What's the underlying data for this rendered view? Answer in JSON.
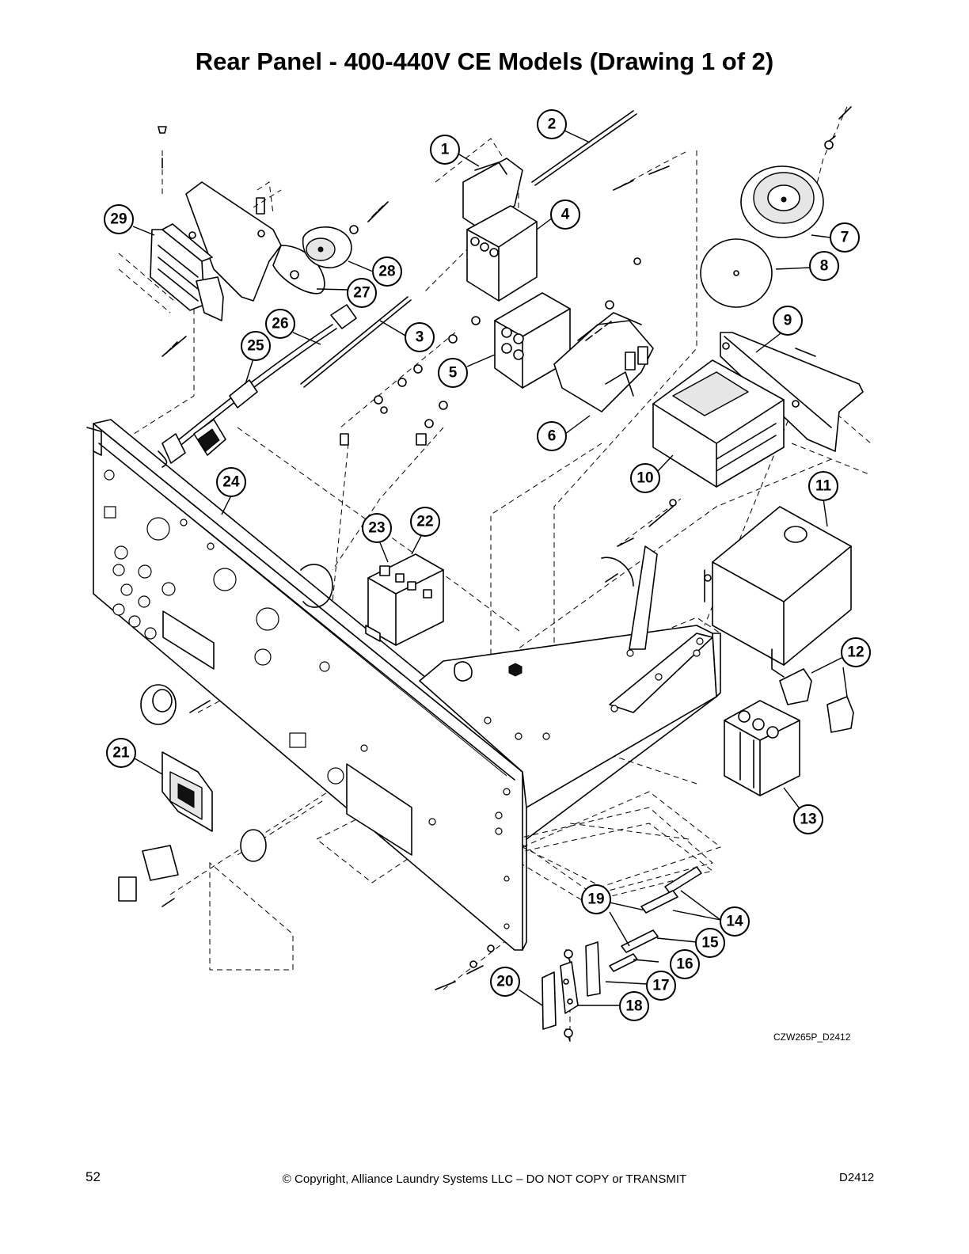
{
  "title": "Rear Panel - 400-440V CE Models (Drawing 1 of 2)",
  "drawing_code": "CZW265P_D2412",
  "footer": {
    "page_number": "52",
    "copyright": "© Copyright, Alliance Laundry Systems LLC – DO NOT COPY or TRANSMIT",
    "doc_code": "D2412"
  },
  "callouts": [
    "1",
    "2",
    "3",
    "4",
    "5",
    "6",
    "7",
    "8",
    "9",
    "10",
    "11",
    "12",
    "13",
    "14",
    "15",
    "16",
    "17",
    "18",
    "19",
    "20",
    "21",
    "22",
    "23",
    "24",
    "25",
    "26",
    "27",
    "28",
    "29"
  ]
}
